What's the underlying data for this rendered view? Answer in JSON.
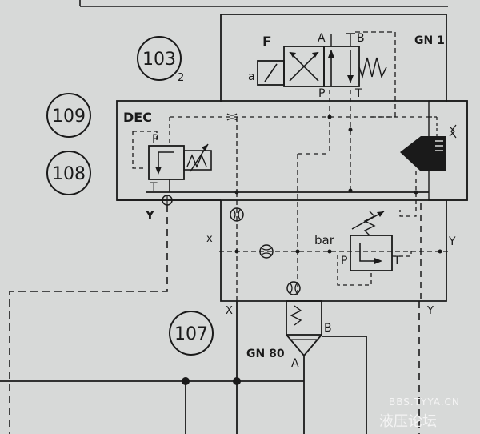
{
  "diagram": {
    "callouts": [
      "103",
      "109",
      "108",
      "107"
    ],
    "callout_103_suffix": "2",
    "block_gn_top": "GN 1",
    "block_dec": "DEC",
    "block_gn80": "GN 80",
    "valve_f": "F",
    "solenoid_a": "a",
    "port_a_top": "A",
    "port_b_top": "B",
    "port_p_top": "P",
    "port_t_top": "T",
    "port_p_dec": "P",
    "port_t_dec": "T",
    "port_y_left": "Y",
    "bar_label": "bar",
    "port_p_bar": "P",
    "port_t_bar": "T",
    "port_y_right": "Y",
    "port_x_small": "x",
    "port_x_bottom": "X",
    "port_y_bottom": "Y",
    "port_a_gn80": "A",
    "port_b_gn80": "B",
    "watermark_en": "BBS.TYYA.CN",
    "watermark_cn": "液压论坛"
  },
  "colors": {
    "ink": "#1a1a1a",
    "paper": "#d7d9d8",
    "box_fill": "#dcdedd",
    "watermark": "#ffffff"
  }
}
